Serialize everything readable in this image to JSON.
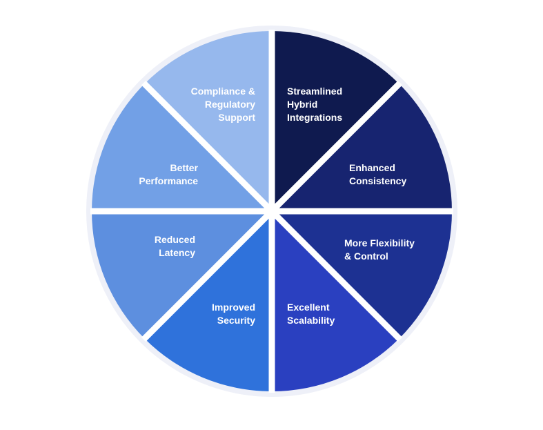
{
  "diagram": {
    "ring_color": "#eef0f8",
    "gap_color": "#ffffff",
    "segments": [
      {
        "id": "streamlined-hybrid-integrations",
        "lines": [
          "Streamlined",
          "Hybrid",
          "Integrations"
        ],
        "color": "#0f1a4f"
      },
      {
        "id": "enhanced-consistency",
        "lines": [
          "Enhanced",
          "Consistency"
        ],
        "color": "#172470"
      },
      {
        "id": "more-flexibility-control",
        "lines": [
          "More Flexibility",
          "& Control"
        ],
        "color": "#1d3192"
      },
      {
        "id": "excellent-scalability",
        "lines": [
          "Excellent",
          "Scalability"
        ],
        "color": "#2a40c0"
      },
      {
        "id": "improved-security",
        "lines": [
          "Improved",
          "Security"
        ],
        "color": "#2f72db"
      },
      {
        "id": "reduced-latency",
        "lines": [
          "Reduced",
          "Latency"
        ],
        "color": "#5d8fdf"
      },
      {
        "id": "better-performance",
        "lines": [
          "Better",
          "Performance"
        ],
        "color": "#72a0e6"
      },
      {
        "id": "compliance-regulatory-support",
        "lines": [
          "Compliance &",
          "Regulatory",
          "Support"
        ],
        "color": "#96b8ed"
      }
    ]
  }
}
